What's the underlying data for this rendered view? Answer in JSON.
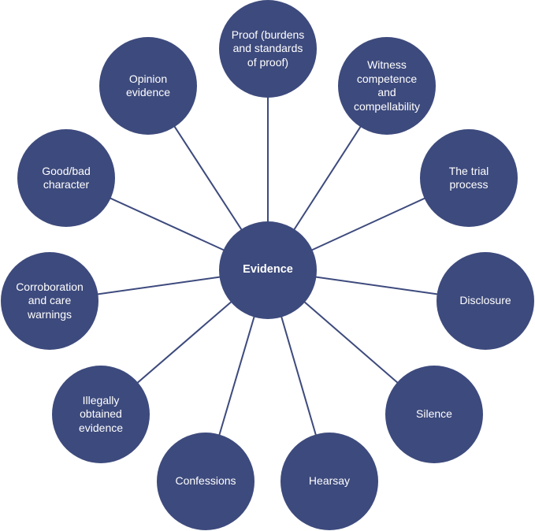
{
  "diagram": {
    "center": {
      "label": "Evidence"
    },
    "nodes": [
      {
        "id": "proof",
        "label": "Proof (burdens\nand standards\nof proof)"
      },
      {
        "id": "witness",
        "label": "Witness\ncompetence\nand\ncompellability"
      },
      {
        "id": "trial",
        "label": "The trial\nprocess"
      },
      {
        "id": "disclosure",
        "label": "Disclosure"
      },
      {
        "id": "silence",
        "label": "Silence"
      },
      {
        "id": "hearsay",
        "label": "Hearsay"
      },
      {
        "id": "confessions",
        "label": "Confessions"
      },
      {
        "id": "illegally",
        "label": "Illegally\nobtained\nevidence"
      },
      {
        "id": "corroboration",
        "label": "Corroboration\nand care\nwarnings"
      },
      {
        "id": "character",
        "label": "Good/bad\ncharacter"
      },
      {
        "id": "opinion",
        "label": "Opinion\nevidence"
      }
    ],
    "colors": {
      "node_fill": "#3d4a7d",
      "node_text": "#ffffff",
      "connector": "#3d4a7d"
    }
  }
}
